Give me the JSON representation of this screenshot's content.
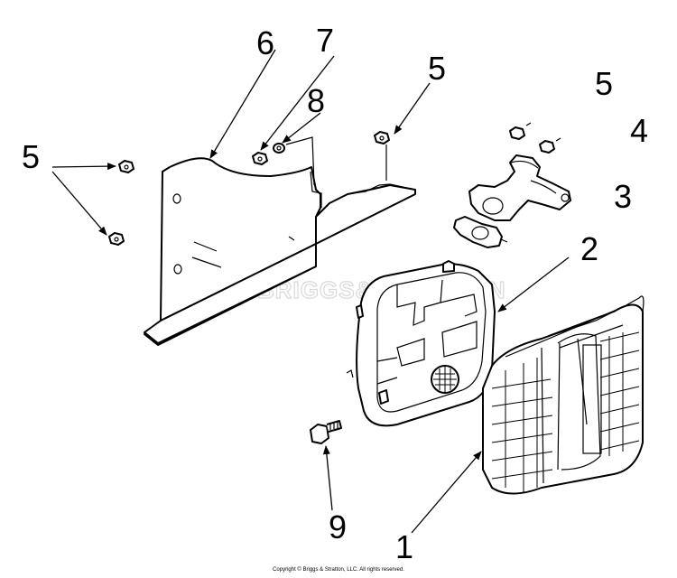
{
  "callouts": {
    "n1": "1",
    "n2": "2",
    "n3": "3",
    "n4": "4",
    "n5_left": "5",
    "n5_center": "5",
    "n5_right": "5",
    "n6": "6",
    "n7": "7",
    "n8": "8",
    "n9": "9"
  },
  "watermark": "BRIGGS&STRATTON",
  "copyright": "Copyright © Briggs & Stratton, LLC. All rights reserved."
}
